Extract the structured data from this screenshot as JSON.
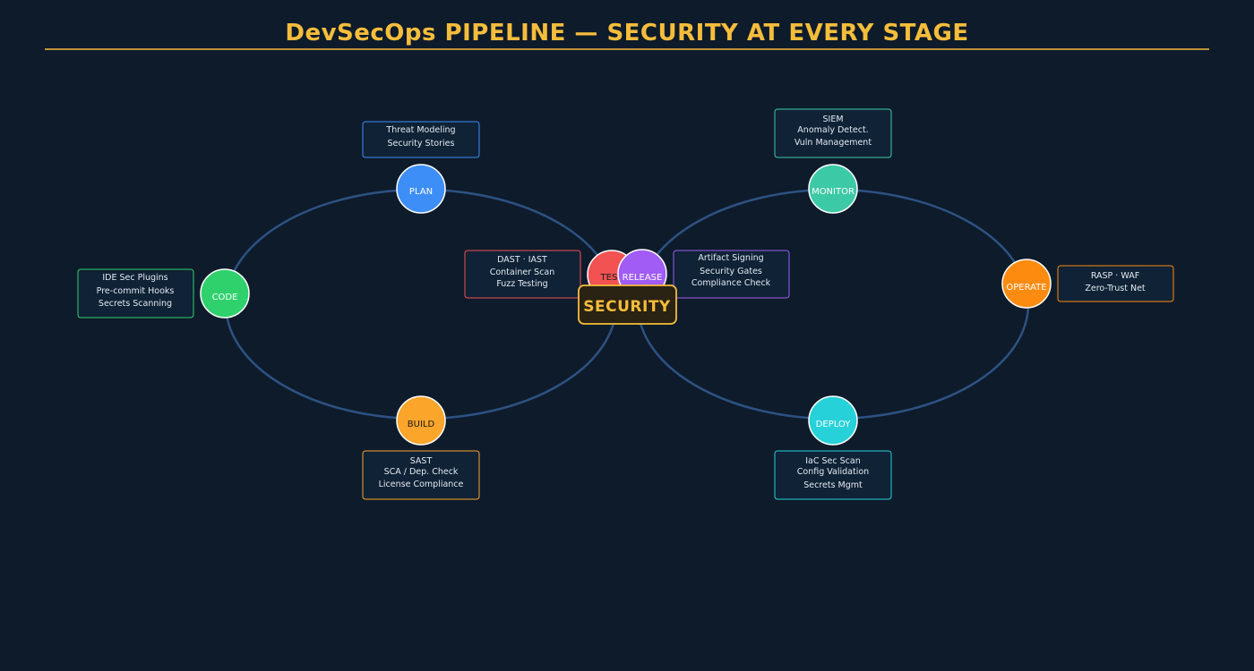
{
  "title": "DevSecOps PIPELINE — SECURITY AT EVERY STAGE",
  "center_label": "SECURITY",
  "colors": {
    "background": "#0e1b2b",
    "accent": "#f6bd3b",
    "loop": "#2c5282",
    "box_fill": "#0f2236"
  },
  "stages": [
    {
      "label": "PLAN",
      "color": "#3d8ef6",
      "practices": [
        "Threat Modeling",
        "Security Stories"
      ]
    },
    {
      "label": "CODE",
      "color": "#2fd16c",
      "practices": [
        "IDE Sec Plugins",
        "Pre-commit Hooks",
        "Secrets Scanning"
      ]
    },
    {
      "label": "BUILD",
      "color": "#fba52b",
      "practices": [
        "SAST",
        "SCA / Dep. Check",
        "License Compliance"
      ]
    },
    {
      "label": "TEST",
      "color": "#f25252",
      "practices": [
        "DAST · IAST",
        "Container Scan",
        "Fuzz Testing"
      ]
    },
    {
      "label": "RELEASE",
      "color": "#a05cf4",
      "practices": [
        "Artifact Signing",
        "Security Gates",
        "Compliance Check"
      ]
    },
    {
      "label": "DEPLOY",
      "color": "#27d1d9",
      "practices": [
        "IaC Sec Scan",
        "Config Validation",
        "Secrets Mgmt"
      ]
    },
    {
      "label": "OPERATE",
      "color": "#fd8b0f",
      "practices": [
        "RASP · WAF",
        "Zero-Trust Net"
      ]
    },
    {
      "label": "MONITOR",
      "color": "#3cc9a6",
      "practices": [
        "SIEM",
        "Anomaly Detect.",
        "Vuln Management"
      ]
    }
  ]
}
